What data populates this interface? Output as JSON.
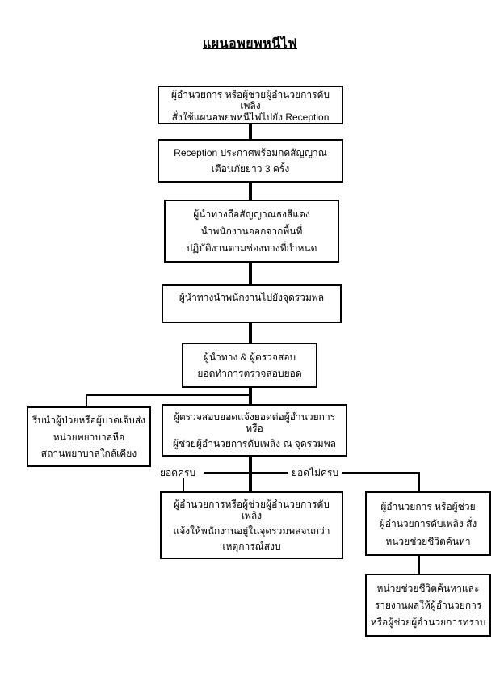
{
  "page": {
    "paper_color": "#ffffff",
    "ink_color": "#000000"
  },
  "title": "แผนอพยพหนีไฟ",
  "boxes": {
    "order_evacuation": {
      "lines": [
        "ผู้อำนวยการ หรือผู้ช่วยผู้อำนวยการดับเพลิง",
        "สั่งใช้แผนอพยพหนีไฟไปยัง Reception"
      ]
    },
    "reception_announce": {
      "lines": [
        "Reception ประกาศพร้อมกดสัญญาณ",
        "เตือนภัยยาว 3 ครั้ง"
      ]
    },
    "guide_red_flag": {
      "lines": [
        "ผู้นำทางถือสัญญาณธงสีแดง",
        "นำพนักงานออกจากพื้นที่",
        "ปฏิบัติงานตามช่องทางที่กำหนด"
      ]
    },
    "guide_to_assembly": {
      "lines": [
        "ผู้นำทางนำพนักงานไปยังจุดรวมพล"
      ]
    },
    "headcount_check": {
      "lines": [
        "ผู้นำทาง & ผู้ตรวจสอบ",
        "ยอดทำการตรวจสอบยอด"
      ]
    },
    "send_injured": {
      "lines": [
        "รีบนำผู้ป่วยหรือผู้บาดเจ็บส่ง",
        "หน่วยพยาบาลหือ",
        "สถานพยาบาลใกล้เคียง"
      ]
    },
    "report_headcount": {
      "lines": [
        "ผู้ตรวจสอบยอดแจ้งยอดต่อผู้อำนวยการหรือ",
        "ผู้ช่วยผู้อำนวยการดับเพลิง ณ จุดรวมพล"
      ]
    },
    "count_complete_action": {
      "lines": [
        "ผู้อำนวยการหรือผู้ช่วยผู้อำนวยการดับเพลิง",
        "แจ้งให้พนักงานอยู่ในจุดรวมพลจนกว่า",
        "เหตุการณ์สงบ"
      ]
    },
    "count_incomplete_action": {
      "lines": [
        "ผู้อำนวยการ หรือผู้ช่วย",
        "ผู้อำนวยการดับเพลิง สั่ง",
        "หน่วยช่วยชีวิตค้นหา"
      ]
    },
    "rescue_report": {
      "lines": [
        "หน่วยช่วยชีวิตค้นหาและ",
        "รายงานผลให้ผู้อำนวยการ",
        "หรือผู้ช่วยผู้อำนวยการทราบ"
      ]
    }
  },
  "branch_labels": {
    "count_complete": "ยอดครบ",
    "count_incomplete": "ยอดไม่ครบ"
  }
}
